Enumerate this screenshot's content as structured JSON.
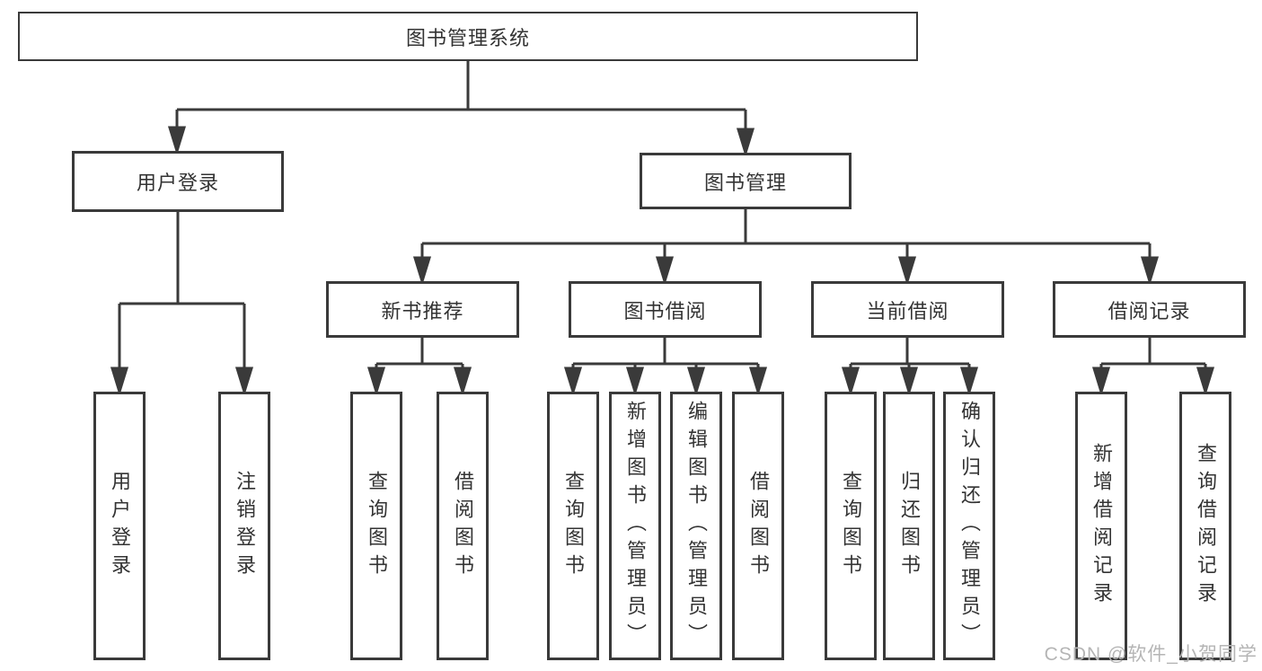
{
  "diagram": {
    "root": {
      "label": "图书管理系统"
    },
    "login": {
      "label": "用户登录",
      "leaves": [
        "用户登录",
        "注销登录"
      ]
    },
    "management": {
      "label": "图书管理",
      "groups": [
        {
          "label": "新书推荐",
          "leaves": [
            "查询图书",
            "借阅图书"
          ]
        },
        {
          "label": "图书借阅",
          "leaves": [
            "查询图书",
            "新增图书（管理员）",
            "编辑图书（管理员）",
            "借阅图书"
          ]
        },
        {
          "label": "当前借阅",
          "leaves": [
            "查询图书",
            "归还图书",
            "确认归还（管理员）"
          ]
        },
        {
          "label": "借阅记录",
          "leaves": [
            "新增借阅记录",
            "查询借阅记录"
          ]
        }
      ]
    }
  },
  "watermark": "CSDN @软件_小贺同学",
  "colors": {
    "line": "#3a3a3a",
    "box_border": "#3a3a3a",
    "text": "#333333",
    "watermark": "#b5b5b5",
    "background": "#ffffff"
  }
}
